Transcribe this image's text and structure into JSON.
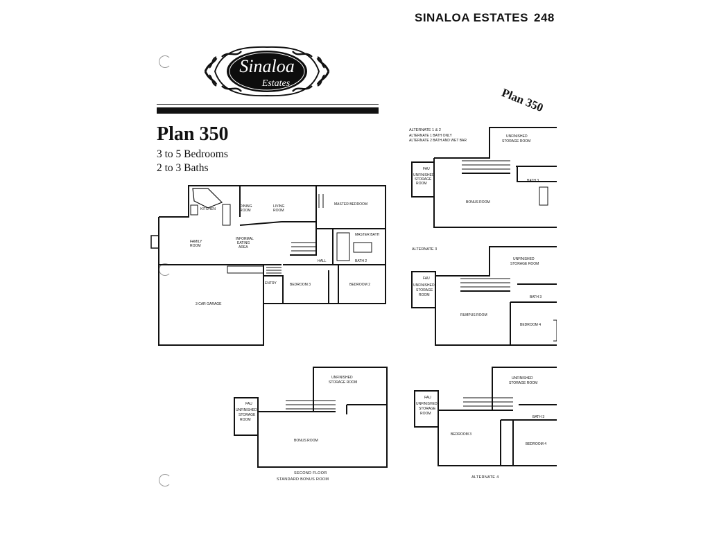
{
  "header": {
    "title": "SINALOA ESTATES",
    "page_number": "248"
  },
  "logo": {
    "line1": "Sinaloa",
    "line2": "Estates"
  },
  "plan": {
    "title": "Plan 350",
    "bedrooms": "3 to 5 Bedrooms",
    "baths": "2 to 3 Baths",
    "stamp": "Plan 350"
  },
  "first_floor": {
    "rooms": {
      "kitchen": "KITCHEN",
      "dining": "DINING",
      "dining2": "ROOM",
      "living": "LIVING",
      "living2": "ROOM",
      "master_bedroom": "MASTER BEDROOM",
      "family": "FAMILY",
      "family2": "ROOM",
      "informal": "INFORMAL",
      "informal2": "EATING",
      "informal3": "AREA",
      "master_bath": "MASTER BATH",
      "bath2": "BATH 2",
      "hall": "HALL",
      "entry": "ENTRY",
      "bedroom3": "BEDROOM 3",
      "bedroom2": "BEDROOM 2",
      "garage": "3 CAR GARAGE"
    }
  },
  "alt12": {
    "label1": "ALTERNATE 1 & 2",
    "label2": "ALTERNATE 1  BATH ONLY",
    "label3": "ALTERNATE 2  BATH AND WET BAR",
    "unfinished": "UNFINISHED",
    "storage": "STORAGE ROOM",
    "fau": "FAU",
    "storage_left1": "UNFINISHED",
    "storage_left2": "STORAGE",
    "storage_left3": "ROOM",
    "bonus": "BONUS ROOM",
    "bath3": "BATH 3"
  },
  "alt3": {
    "label": "ALTERNATE 3",
    "unfinished": "UNFINISHED",
    "storage": "STORAGE ROOM",
    "fau": "FAU",
    "storage_left1": "UNFINISHED",
    "storage_left2": "STORAGE",
    "storage_left3": "ROOM",
    "rumpus": "RUMPUS ROOM",
    "bath3": "BATH 3",
    "bedroom4": "BEDROOM 4"
  },
  "second_floor": {
    "unfinished": "UNFINISHED",
    "storage": "STORAGE ROOM",
    "fau": "FAU",
    "storage_left1": "UNFINISHED",
    "storage_left2": "STORAGE",
    "storage_left3": "ROOM",
    "bonus": "BONUS ROOM",
    "caption1": "SECOND FLOOR",
    "caption2": "STANDARD BONUS ROOM"
  },
  "alt4": {
    "label": "ALTERNATE 4",
    "unfinished": "UNFINISHED",
    "storage": "STORAGE ROOM",
    "fau": "FAU",
    "storage_left1": "UNFINISHED",
    "storage_left2": "STORAGE",
    "storage_left3": "ROOM",
    "bedroom3": "BEDROOM 3",
    "bedroom4": "BEDROOM 4",
    "bath3": "BATH 3"
  }
}
